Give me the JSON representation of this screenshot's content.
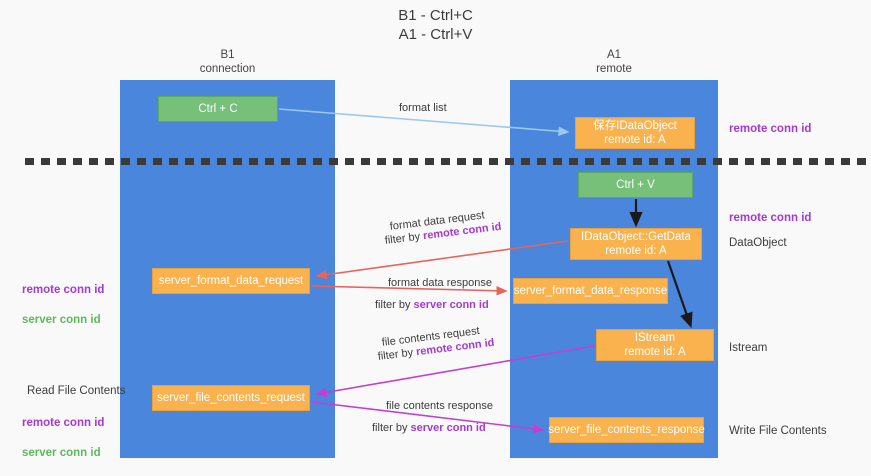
{
  "title": "B1 - Ctrl+C\nA1 - Ctrl+V",
  "columns": {
    "left": {
      "name": "B1",
      "role": "connection",
      "label": "B1\nconnection"
    },
    "right": {
      "name": "A1",
      "role": "remote",
      "label": "A1\nremote"
    }
  },
  "nodes": {
    "ctrl_c": {
      "label": "Ctrl + C",
      "color": "#76c079"
    },
    "idataobject": {
      "label": "保存IDataObject\nremote id: A",
      "color": "#f9b24e"
    },
    "ctrl_v": {
      "label": "Ctrl + V",
      "color": "#76c079"
    },
    "getdata": {
      "label": "IDataObject::GetData\nremote id: A",
      "color": "#f9b24e"
    },
    "server_format_data_request": {
      "label": "server_format_data_request",
      "color": "#f9b24e"
    },
    "server_format_data_response": {
      "label": "server_format_data_response",
      "color": "#f9b24e"
    },
    "istream": {
      "label": "IStream\nremote id: A",
      "color": "#f9b24e"
    },
    "server_file_contents_request": {
      "label": "server_file_contents_request",
      "color": "#f9b24e"
    },
    "server_file_contents_response": {
      "label": "server_file_contents_response",
      "color": "#f9b24e"
    }
  },
  "edges": {
    "format_list": {
      "label": "format list",
      "color": "#9cc8ee"
    },
    "format_data_request": {
      "line1": "format data request",
      "prefix": "filter by ",
      "highlight": "remote conn id",
      "color": "#e8645a"
    },
    "format_data_response": {
      "line1": "format data response",
      "prefix": "filter by ",
      "highlight": "server conn id",
      "color": "#e8645a"
    },
    "file_contents_request": {
      "line1": "file contents request",
      "prefix": "filter by ",
      "highlight": "remote conn id",
      "color": "#c43fd0"
    },
    "file_contents_response": {
      "line1": "file contents response",
      "prefix": "filter by ",
      "highlight": "server conn id",
      "color": "#c43fd0"
    }
  },
  "annotations": {
    "right": {
      "remote_conn_id_top": "remote conn id",
      "remote_conn_id_mid": "remote conn id",
      "dataobject": "DataObject",
      "istream": "Istream",
      "write_file_contents": "Write File Contents"
    },
    "left": {
      "remote_conn_id_1": "remote conn id",
      "server_conn_id_1": "server conn id",
      "read_file_contents": "Read File Contents",
      "remote_conn_id_2": "remote conn id",
      "server_conn_id_2": "server conn id"
    }
  },
  "colors": {
    "lane_blue": "#4a86dc",
    "node_green": "#76c079",
    "node_orange": "#f9b24e",
    "purple": "#a43ad0",
    "green_text": "#5eb95e",
    "red_arrow": "#e8645a",
    "magenta_arrow": "#c43fd0",
    "light_blue_arrow": "#9cc8ee",
    "divider": "#3a3a3a",
    "background": "#f9f9f9"
  }
}
